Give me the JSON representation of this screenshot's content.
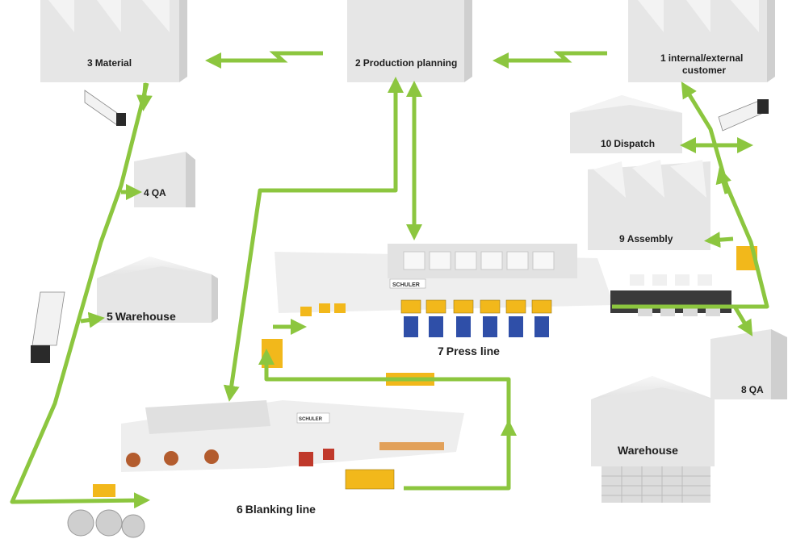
{
  "buildings": {
    "material": {
      "num": "3",
      "label": "Material"
    },
    "production_planning": {
      "num": "2",
      "label": "Production planning"
    },
    "customer": {
      "num": "1",
      "label_line1": "internal/external",
      "label_line2": "customer"
    },
    "dispatch": {
      "num": "10",
      "label": "Dispatch"
    },
    "qa_left": {
      "num": "4",
      "label": "QA"
    },
    "warehouse_left": {
      "num": "5",
      "label": "Warehouse"
    },
    "assembly": {
      "num": "9",
      "label": "Assembly"
    },
    "qa_right": {
      "num": "8",
      "label": "QA"
    },
    "warehouse_right": {
      "label": "Warehouse"
    }
  },
  "lines": {
    "press_line": {
      "num": "7",
      "label": "Press line",
      "brand": "SCHULER"
    },
    "blanking_line": {
      "num": "6",
      "label": "Blanking line",
      "brand": "SCHULER"
    }
  },
  "colors": {
    "flow_arrow": "#8cc63f",
    "building_front": "#e6e6e6",
    "building_side": "#cfcfcf",
    "building_roof": "#f3f3f3",
    "handling_yellow": "#f2b81b",
    "press_blue": "#2f4fa8"
  }
}
